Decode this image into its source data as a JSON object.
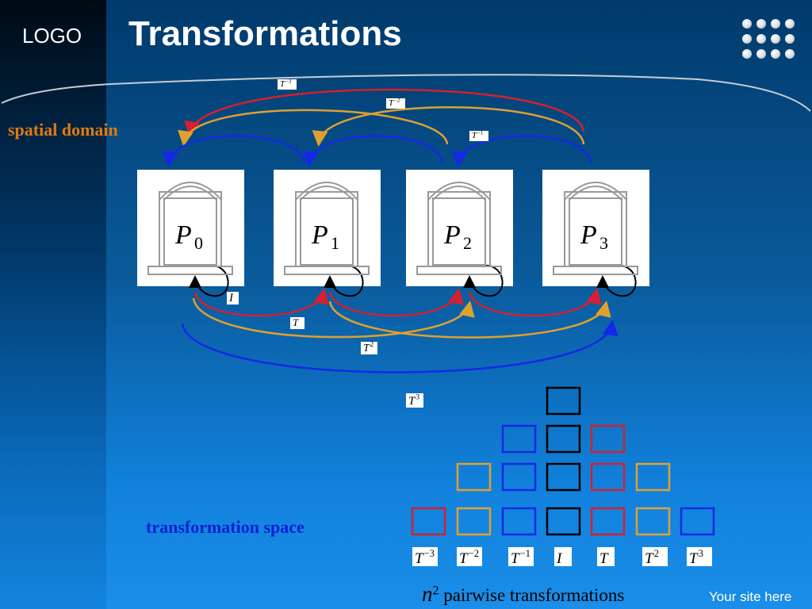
{
  "header": {
    "logo": "LOGO",
    "title": "Transformations",
    "dots_icon": "dot-grid-icon"
  },
  "labels": {
    "spatial_domain": "spatial domain",
    "transformation_space": "transformation space"
  },
  "panels": [
    {
      "label": "P",
      "sub": "0"
    },
    {
      "label": "P",
      "sub": "1"
    },
    {
      "label": "P",
      "sub": "2"
    },
    {
      "label": "P",
      "sub": "3"
    }
  ],
  "upper_tags": [
    {
      "base": "T",
      "exp": "−3"
    },
    {
      "base": "T",
      "exp": "−2"
    },
    {
      "base": "T",
      "exp": "−1"
    }
  ],
  "lower_tags": [
    {
      "base": "I",
      "exp": ""
    },
    {
      "base": "T",
      "exp": ""
    },
    {
      "base": "T",
      "exp": "2"
    },
    {
      "base": "T",
      "exp": "3"
    }
  ],
  "pyramid_labels": [
    {
      "base": "T",
      "exp": "−3"
    },
    {
      "base": "T",
      "exp": "−2"
    },
    {
      "base": "T",
      "exp": "−1"
    },
    {
      "base": "I",
      "exp": ""
    },
    {
      "base": "T",
      "exp": ""
    },
    {
      "base": "T",
      "exp": "2"
    },
    {
      "base": "T",
      "exp": "3"
    }
  ],
  "colors": {
    "red": "#d42030",
    "orange": "#e0a030",
    "blue": "#1428e6",
    "black": "#000000"
  },
  "caption": {
    "n": "n",
    "exp": "2",
    "text": "pairwise transformations"
  },
  "footer": {
    "site": "Your site here"
  }
}
